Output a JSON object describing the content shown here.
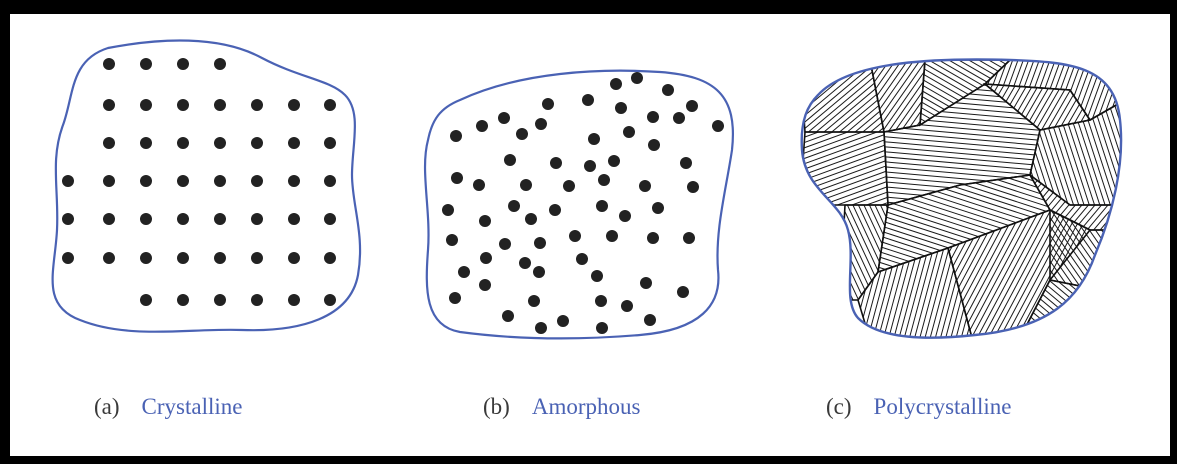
{
  "colors": {
    "frame": "#000000",
    "outline": "#4a62b4",
    "dot": "#222222",
    "hatch": "#1a1a1a",
    "grain_boundary": "#111111",
    "caption_letter": "#3a3a3a",
    "caption_name": "#4a62b4"
  },
  "panels": [
    {
      "id": "a",
      "letter": "(a)",
      "name": "Crystalline"
    },
    {
      "id": "b",
      "letter": "(b)",
      "name": "Amorphous"
    },
    {
      "id": "c",
      "letter": "(c)",
      "name": "Polycrystalline"
    }
  ]
}
